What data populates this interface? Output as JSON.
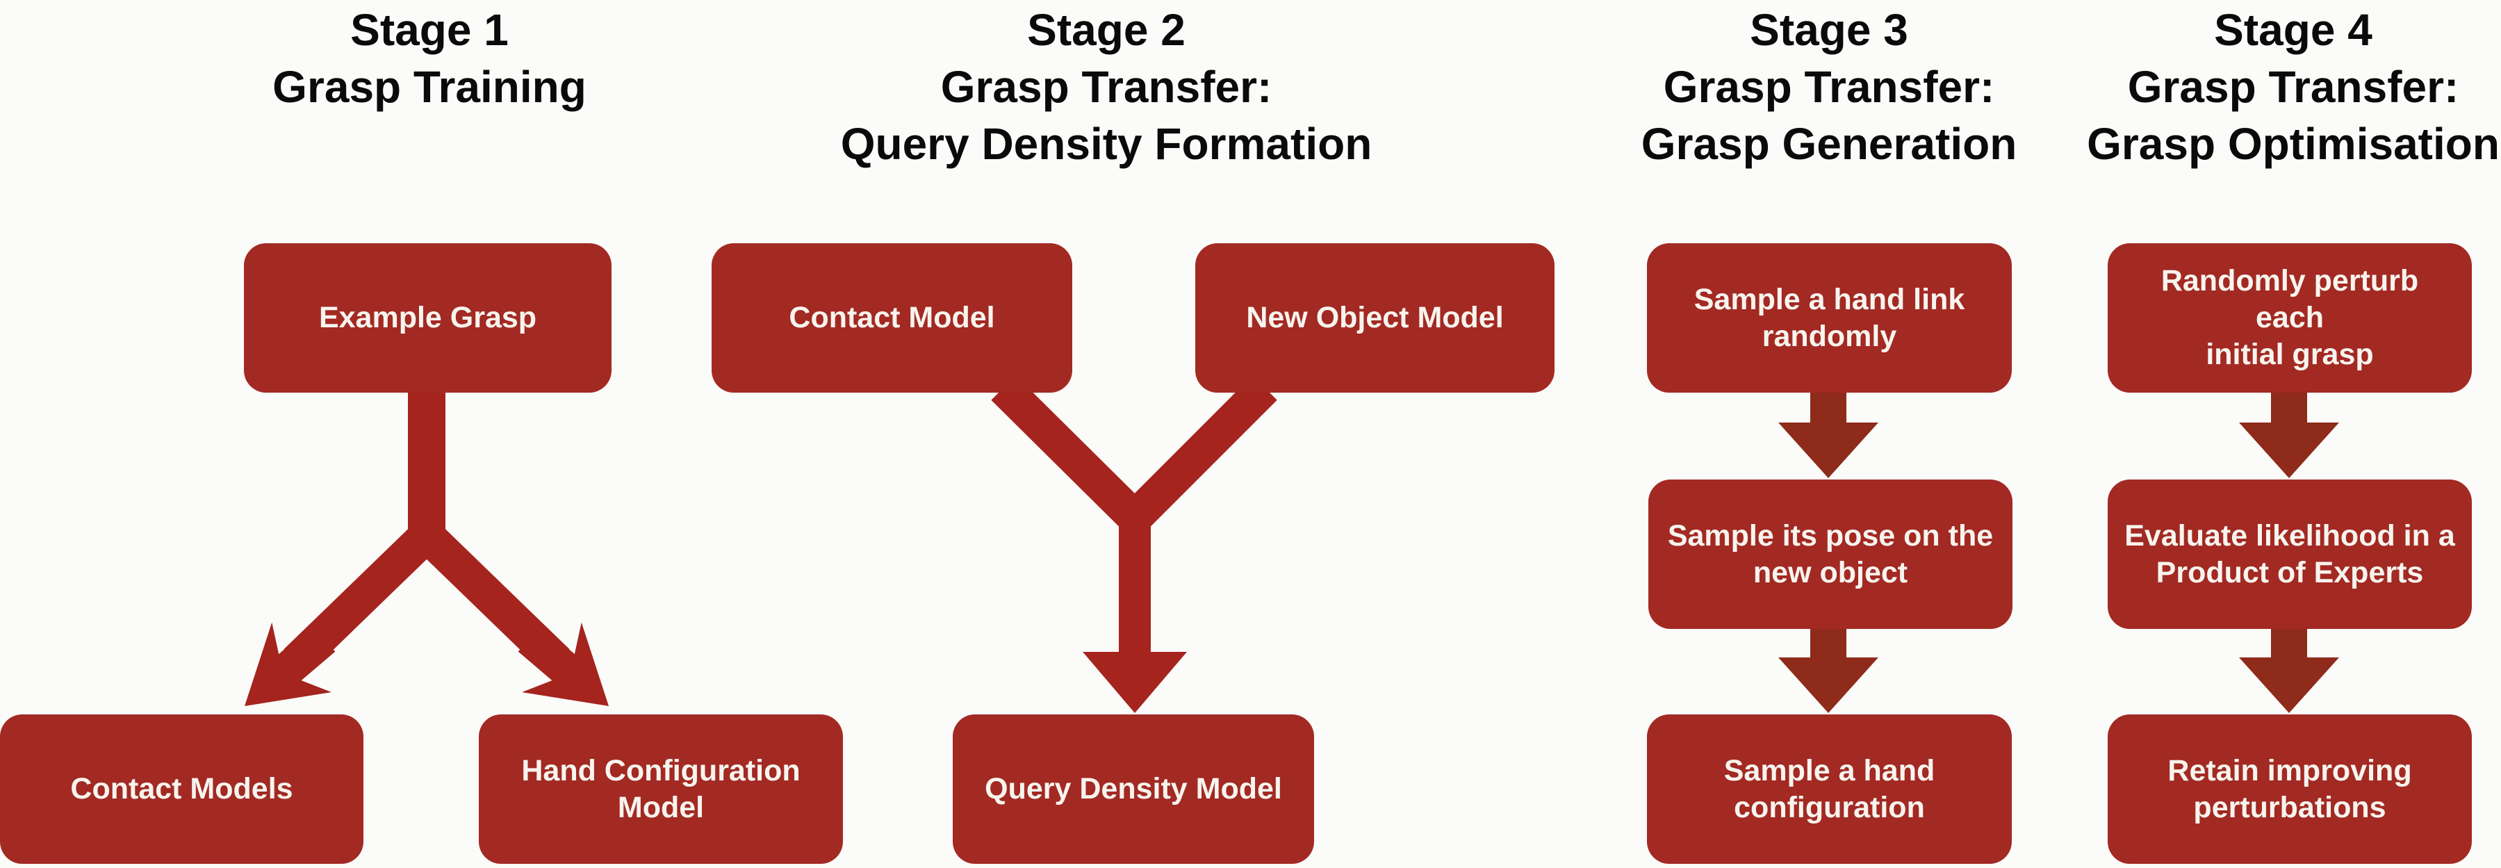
{
  "figure": {
    "background": "#FBFBF9"
  },
  "colors": {
    "box_fill": "#A32923",
    "box_text": "#F7F4EE",
    "title_text": "#0A0A0A",
    "arrow_primary": "#A5241E",
    "arrow_dark": "#8E2B1A"
  },
  "stages": [
    {
      "title_lines": [
        "Stage 1",
        "Grasp Training"
      ],
      "boxes": [
        {
          "label": "Example Grasp"
        },
        {
          "label": "Contact Models"
        },
        {
          "label": "Hand Configuration\nModel"
        }
      ]
    },
    {
      "title_lines": [
        "Stage 2",
        "Grasp Transfer:",
        "Query Density Formation"
      ],
      "boxes": [
        {
          "label": "Contact Model"
        },
        {
          "label": "New Object Model"
        },
        {
          "label": "Query Density Model"
        }
      ]
    },
    {
      "title_lines": [
        "Stage 3",
        "Grasp Transfer:",
        "Grasp Generation"
      ],
      "boxes": [
        {
          "label": "Sample a hand link\nrandomly"
        },
        {
          "label": "Sample its pose on the\nnew object"
        },
        {
          "label": "Sample a hand\nconfiguration"
        }
      ]
    },
    {
      "title_lines": [
        "Stage 4",
        "Grasp Transfer:",
        "Grasp Optimisation"
      ],
      "boxes": [
        {
          "label": "Randomly perturb each\ninitial grasp"
        },
        {
          "label": "Evaluate likelihood in a\nProduct of Experts"
        },
        {
          "label": "Retain improving\nperturbations"
        }
      ]
    }
  ]
}
